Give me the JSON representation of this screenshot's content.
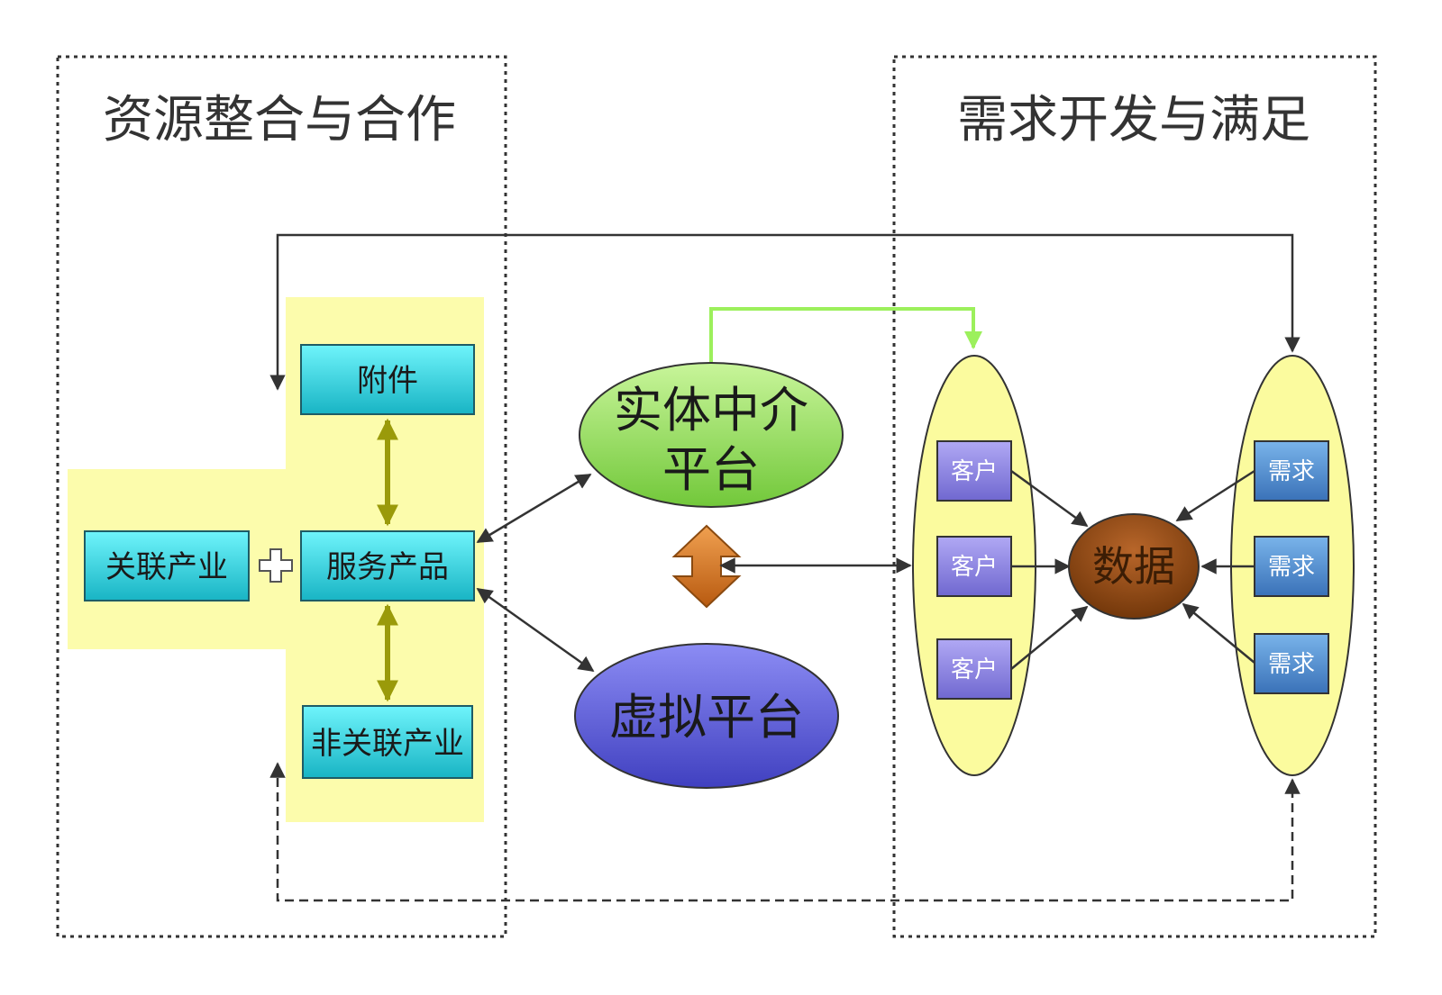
{
  "zones": {
    "left_title": "资源整合与合作",
    "right_title": "需求开发与满足"
  },
  "boxes": {
    "attachment": "附件",
    "service_product": "服务产品",
    "related_industry": "关联产业",
    "non_related_industry": "非关联产业"
  },
  "platforms": {
    "physical_line1": "实体中介",
    "physical_line2": "平台",
    "virtual": "虚拟平台"
  },
  "customers": [
    "客户",
    "客户",
    "客户"
  ],
  "demands": [
    "需求",
    "需求",
    "需求"
  ],
  "center": "数据",
  "colors": {
    "yellow_highlight": "#fbfb9e",
    "teal_box": "#2ec8d6",
    "green_ellipse": "#8fd84a",
    "blue_ellipse": "#5e5ad6",
    "purple_box": "#8a84e0",
    "blue_box": "#4a86c8",
    "brown_data": "#8b4513",
    "olive_arrow": "#9a9a0a",
    "lime_connector": "#9cf05c",
    "orange_arrow": "#cc6a1a"
  }
}
